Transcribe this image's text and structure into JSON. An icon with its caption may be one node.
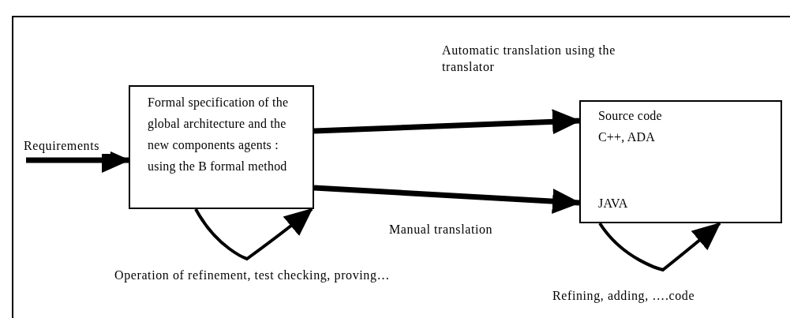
{
  "diagram": {
    "nodes": [
      {
        "text": [
          "Formal specification of the global architecture and the new components agents : using the B formal method"
        ]
      },
      {
        "text": [
          "Source code C++, ADA",
          "JAVA"
        ]
      }
    ],
    "edges": [
      {
        "from": null,
        "to": 0,
        "arrow": "to",
        "label": "Requirements"
      },
      {
        "from": 0,
        "to": 1,
        "arrow": "to",
        "label": "Automatic translation using the translator"
      },
      {
        "from": 0,
        "to": 1,
        "arrow": "to",
        "label": "Manual translation"
      },
      {
        "from": 0,
        "to": 0,
        "arrow": "to",
        "label": "Operation of refinement, test checking, proving…"
      },
      {
        "from": 1,
        "to": 1,
        "arrow": "to",
        "label": "Refining, adding, ….code"
      }
    ]
  }
}
